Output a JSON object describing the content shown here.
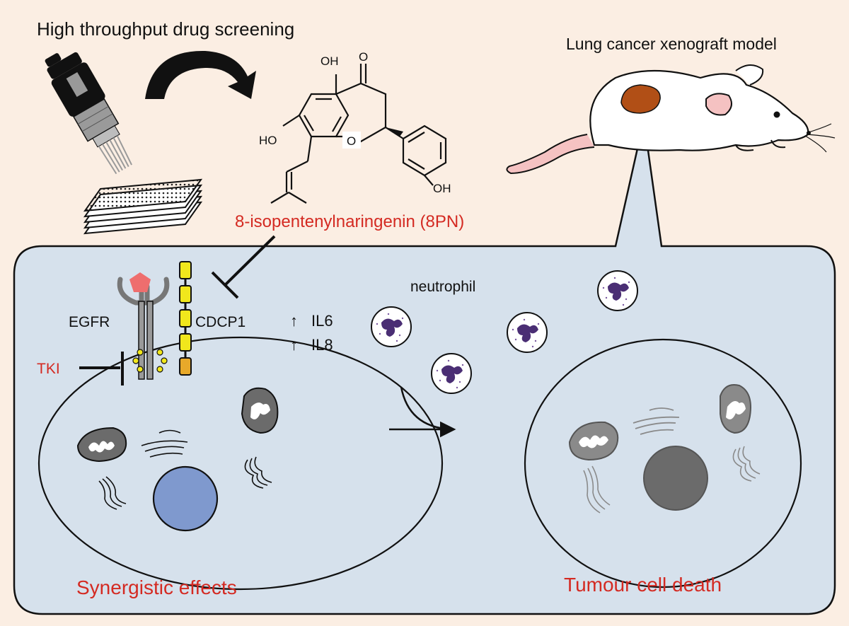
{
  "colors": {
    "background": "#fbeee3",
    "panel": "#d6e1ec",
    "accent_red": "#d42a22",
    "nucleus_blue": "#7f99ce",
    "nucleus_dead": "#6b6b6b",
    "cdcp1_yellow": "#f1e71c",
    "neutrophil_purple": "#4a2e74",
    "tumour_orange": "#b14f16",
    "mouse_pink": "#f5c2c2"
  },
  "labels": {
    "screening": "High throughput drug screening",
    "xenograft": "Lung cancer xenograft model",
    "compound": "8-isopentenylnaringenin (8PN)",
    "egfr": "EGFR",
    "cdcp1": "CDCP1",
    "tki": "TKI",
    "il6": "IL6",
    "il8": "IL8",
    "up_arrow": "↑",
    "neutrophil": "neutrophil",
    "synergy": "Synergistic effects",
    "death": "Tumour cell death"
  },
  "molecule_labels": {
    "oh_top": "OH",
    "o_carbonyl": "O",
    "ho_left": "HO",
    "o_ring": "O",
    "oh_right": "OH"
  },
  "icons": [
    "pipette-icon",
    "well-plate-icon",
    "curved-arrow-icon",
    "chemical-structure",
    "mouse-icon",
    "egfr-receptor-icon",
    "ligand-pentagon-icon",
    "cdcp1-chain-icon",
    "inhibition-bar-icon",
    "neutrophil-icon",
    "mitochondrion-icon",
    "golgi-icon",
    "er-icon",
    "nucleus-icon",
    "reaction-arrow-icon"
  ]
}
